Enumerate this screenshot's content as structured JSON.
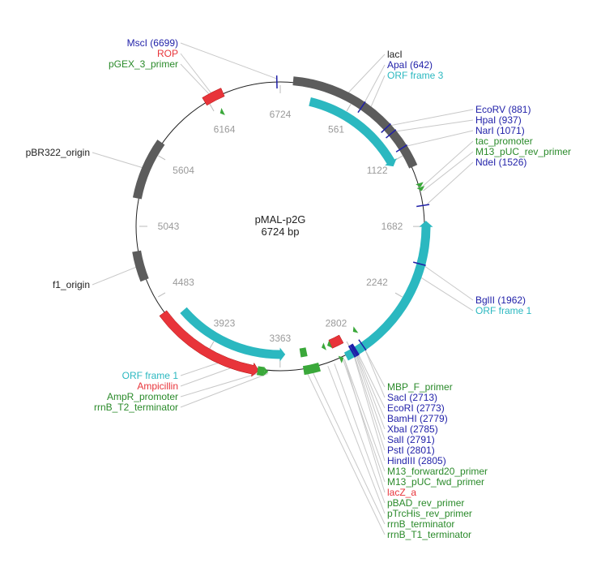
{
  "plasmid": {
    "name": "pMAL-p2G",
    "length_label": "6724 bp",
    "length": 6724
  },
  "colors": {
    "enzyme": "#1f1fa8",
    "primer": "#2a8a2a",
    "gene": "#e8343a",
    "orf": "#2bb8c0",
    "feature": "#5c5c5c",
    "promoter_fill": "#3aa83a",
    "backbone": "#222222",
    "tick_text": "#9a9a9a"
  },
  "ticks": [
    {
      "label": "6724",
      "pos": 0
    },
    {
      "label": "561",
      "pos": 561
    },
    {
      "label": "1122",
      "pos": 1122
    },
    {
      "label": "1682",
      "pos": 1682
    },
    {
      "label": "2242",
      "pos": 2242
    },
    {
      "label": "2802",
      "pos": 2802
    },
    {
      "label": "3363",
      "pos": 3363
    },
    {
      "label": "3923",
      "pos": 3923
    },
    {
      "label": "4483",
      "pos": 4483
    },
    {
      "label": "5043",
      "pos": 5043
    },
    {
      "label": "5604",
      "pos": 5604
    },
    {
      "label": "6164",
      "pos": 6164
    }
  ],
  "features": [
    {
      "name": "lacI",
      "type": "feature",
      "start": 95,
      "end": 1230,
      "track": "outer"
    },
    {
      "name": "ORF frame 3",
      "type": "orf",
      "start": 250,
      "end": 1160,
      "track": "inner",
      "dir": 1
    },
    {
      "name": "ORF frame 1",
      "type": "orf",
      "start": 1640,
      "end": 2860,
      "track": "outer",
      "dir": -1
    },
    {
      "name": "pBR322_origin",
      "type": "feature",
      "start": 5250,
      "end": 5700,
      "track": "outer"
    },
    {
      "name": "f1_origin",
      "type": "feature",
      "start": 4640,
      "end": 4860,
      "track": "outer"
    },
    {
      "name": "Ampicillin",
      "type": "gene",
      "start": 3520,
      "end": 4361,
      "track": "outer",
      "dir": -1
    },
    {
      "name": "ORF frame 1",
      "type": "orf",
      "start": 3320,
      "end": 4280,
      "track": "inner",
      "dir": -1
    },
    {
      "name": "ROP",
      "type": "gene",
      "start": 6140,
      "end": 6290,
      "track": "outer"
    },
    {
      "name": "lacZ_a",
      "type": "gene",
      "start": 2830,
      "end": 2930,
      "track": "inner"
    },
    {
      "name": "rrnB_terminator",
      "type": "promoter",
      "start": 3070,
      "end": 3190,
      "track": "outer"
    },
    {
      "name": "AmpR_promoter",
      "type": "promoter",
      "start": 3480,
      "end": 3530,
      "track": "outer"
    },
    {
      "name": "rrnB_T1_terminator",
      "type": "promoter",
      "start": 3140,
      "end": 3195,
      "track": "inner"
    }
  ],
  "primers": [
    {
      "name": "pGEX_3_primer",
      "pos": 6200,
      "dir": -1,
      "track": "inner"
    },
    {
      "name": "tac_promoter",
      "pos": 1390,
      "dir": 1,
      "track": "outer"
    },
    {
      "name": "M13_pUC_rev_primer",
      "pos": 1420,
      "dir": 1,
      "track": "outer"
    },
    {
      "name": "MBP_F_primer",
      "pos": 2715,
      "dir": 1,
      "track": "inner"
    },
    {
      "name": "M13_forward20_primer",
      "pos": 2880,
      "dir": -1,
      "track": "outer"
    },
    {
      "name": "pBAD_rev_primer",
      "pos": 2960,
      "dir": 1,
      "track": "inner"
    },
    {
      "name": "pTrcHis_rev_primer",
      "pos": 3010,
      "dir": 1,
      "track": "inner"
    },
    {
      "name": "rrnB_T2_terminator",
      "pos": 3450,
      "dir": -1,
      "track": "outer"
    }
  ],
  "sites": [
    {
      "name": "MscI",
      "pos": 6699
    },
    {
      "name": "ApaI",
      "pos": 642
    },
    {
      "name": "EcoRV",
      "pos": 881
    },
    {
      "name": "HpaI",
      "pos": 937
    },
    {
      "name": "NarI",
      "pos": 1071
    },
    {
      "name": "NdeI",
      "pos": 1526
    },
    {
      "name": "BglII",
      "pos": 1962
    },
    {
      "name": "SacI",
      "pos": 2713
    },
    {
      "name": "EcoRI",
      "pos": 2773
    },
    {
      "name": "BamHI",
      "pos": 2779
    },
    {
      "name": "XbaI",
      "pos": 2785
    },
    {
      "name": "SalI",
      "pos": 2791
    },
    {
      "name": "PstI",
      "pos": 2801
    },
    {
      "name": "HindIII",
      "pos": 2805
    }
  ],
  "labels": {
    "top_left": [
      {
        "text": "MscI (6699)",
        "kind": "enzyme",
        "pos": 6699
      },
      {
        "text": "ROP",
        "kind": "gene",
        "pos": 6215
      },
      {
        "text": "pGEX_3_primer",
        "kind": "primer",
        "pos": 6200
      }
    ],
    "top_right": [
      {
        "text": "lacI",
        "kind": "feature",
        "pos": 500
      },
      {
        "text": "ApaI (642)",
        "kind": "enzyme",
        "pos": 642
      },
      {
        "text": "ORF frame 3",
        "kind": "orf",
        "pos": 700
      }
    ],
    "right": [
      {
        "text": "EcoRV (881)",
        "kind": "enzyme",
        "pos": 881
      },
      {
        "text": "HpaI (937)",
        "kind": "enzyme",
        "pos": 937
      },
      {
        "text": "NarI (1071)",
        "kind": "enzyme",
        "pos": 1071
      },
      {
        "text": "tac_promoter",
        "kind": "primer",
        "pos": 1390
      },
      {
        "text": "M13_pUC_rev_primer",
        "kind": "primer",
        "pos": 1420
      },
      {
        "text": "NdeI (1526)",
        "kind": "enzyme",
        "pos": 1526
      }
    ],
    "right_low": [
      {
        "text": "BglII (1962)",
        "kind": "enzyme",
        "pos": 1962
      },
      {
        "text": "ORF frame 1",
        "kind": "orf",
        "pos": 2050
      }
    ],
    "left": [
      {
        "text": "pBR322_origin",
        "kind": "feature",
        "pos": 5475
      },
      {
        "text": "f1_origin",
        "kind": "feature",
        "pos": 4750
      }
    ],
    "bottom_left": [
      {
        "text": "ORF frame 1",
        "kind": "orf",
        "pos": 3800
      },
      {
        "text": "Ampicillin",
        "kind": "gene",
        "pos": 3700
      },
      {
        "text": "AmpR_promoter",
        "kind": "primer",
        "pos": 3505
      },
      {
        "text": "rrnB_T2_terminator",
        "kind": "primer",
        "pos": 3450
      }
    ],
    "bottom_right": [
      {
        "text": "MBP_F_primer",
        "kind": "primer",
        "pos": 2715
      },
      {
        "text": "SacI (2713)",
        "kind": "enzyme",
        "pos": 2713
      },
      {
        "text": "EcoRI (2773)",
        "kind": "enzyme",
        "pos": 2773
      },
      {
        "text": "BamHI (2779)",
        "kind": "enzyme",
        "pos": 2779
      },
      {
        "text": "XbaI (2785)",
        "kind": "enzyme",
        "pos": 2785
      },
      {
        "text": "SalI (2791)",
        "kind": "enzyme",
        "pos": 2791
      },
      {
        "text": "PstI (2801)",
        "kind": "enzyme",
        "pos": 2801
      },
      {
        "text": "HindIII (2805)",
        "kind": "enzyme",
        "pos": 2805
      },
      {
        "text": "M13_forward20_primer",
        "kind": "primer",
        "pos": 2880
      },
      {
        "text": "M13_pUC_fwd_primer",
        "kind": "primer",
        "pos": 2890
      },
      {
        "text": "lacZ_a",
        "kind": "gene",
        "pos": 2880
      },
      {
        "text": "pBAD_rev_primer",
        "kind": "primer",
        "pos": 2960
      },
      {
        "text": "pTrcHis_rev_primer",
        "kind": "primer",
        "pos": 3010
      },
      {
        "text": "rrnB_terminator",
        "kind": "primer",
        "pos": 3130
      },
      {
        "text": "rrnB_T1_terminator",
        "kind": "primer",
        "pos": 3170
      }
    ]
  }
}
